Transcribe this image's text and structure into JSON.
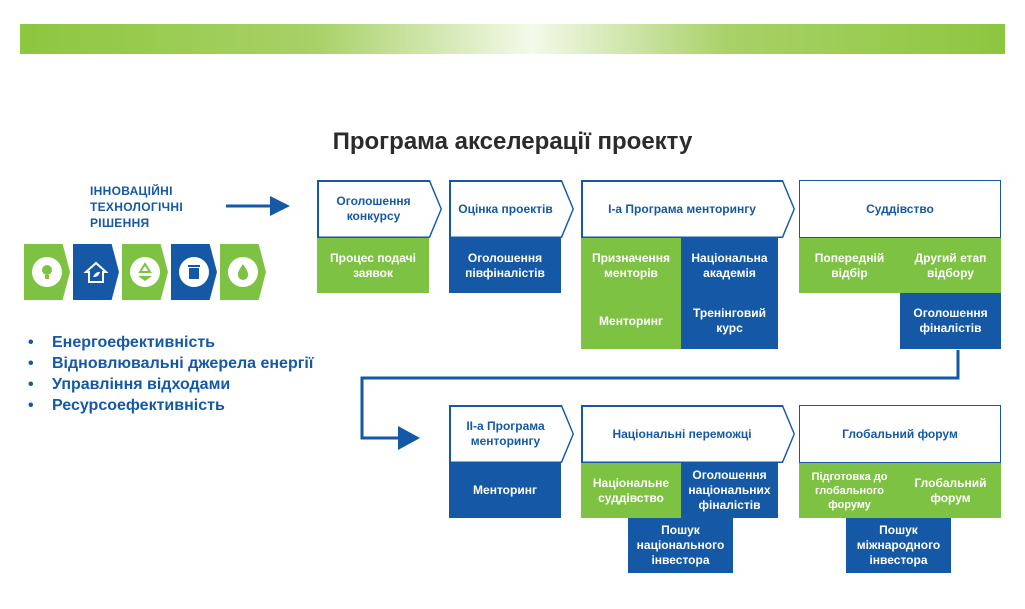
{
  "title": "Програма акселерації проекту",
  "left": {
    "heading": "ІННОВАЦІЙНІ\nТЕХНОЛОГІЧНІ\nРІШЕННЯ",
    "icons": [
      "lightbulb-icon",
      "eco-house-icon",
      "recycle-icon",
      "waste-bin-icon",
      "water-drop-icon"
    ],
    "bullets": [
      "Енергоефективність",
      "Відновлювальні джерела енергії",
      "Управління відходами",
      "Ресурсоефективність"
    ]
  },
  "row1": {
    "announce": {
      "header": "Оголошення конкурсу",
      "cell": "Процес подачі заявок"
    },
    "evaluation": {
      "header": "Оцінка проектів",
      "cell": "Оголошення півфіналістів"
    },
    "mentoring1": {
      "header": "І-а Програма менторингу",
      "cells": [
        "Призначення менторів",
        "Національна академія",
        "Менторинг",
        "Тренінговий курс"
      ]
    },
    "judging": {
      "header": "Суддівство",
      "cells": [
        "Попередній відбір",
        "Другий етап відбору",
        "Оголошення фіналістів"
      ]
    }
  },
  "row2": {
    "mentoring2": {
      "header": "ІІ-а Програма менторингу",
      "cell": "Менторинг"
    },
    "national": {
      "header": "Національні переможці",
      "cells": [
        "Національне суддівство",
        "Оголошення національних фіналістів",
        "Пошук національного інвестора"
      ]
    },
    "global": {
      "header": "Глобальний форум",
      "cells": [
        "Підготовка до глобального форуму",
        "Глобальний форум",
        "Пошук міжнародного інвестора"
      ]
    }
  },
  "colors": {
    "green": "#7dc243",
    "blue": "#1559a6"
  }
}
